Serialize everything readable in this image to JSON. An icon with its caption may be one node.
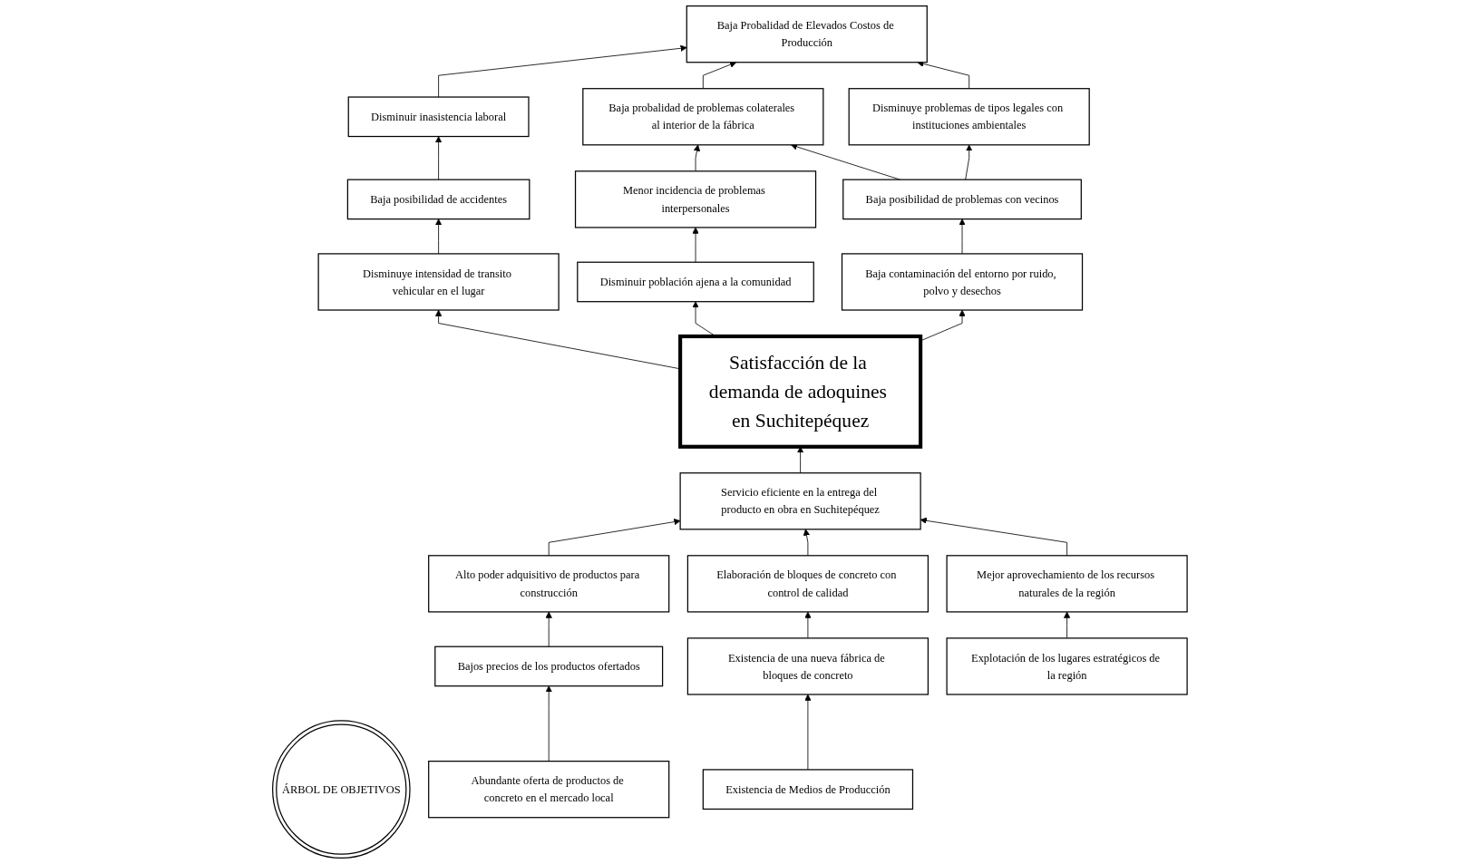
{
  "diagram": {
    "nodes": [
      {
        "text": [
          "ÁRBOL DE OBJETIVOS"
        ]
      },
      {
        "text": [
          "Baja Probalidad de Elevados Costos de Producción"
        ]
      },
      {
        "text": [
          "Disminuir inasistencia laboral"
        ]
      },
      {
        "text": [
          "Baja probalidad de problemas colaterales al interior de la fábrica"
        ]
      },
      {
        "text": [
          "Disminuye problemas de tipos legales con instituciones ambientales"
        ]
      },
      {
        "text": [
          "Baja posibilidad de accidentes"
        ]
      },
      {
        "text": [
          "Menor incidencia de problemas interpersonales"
        ]
      },
      {
        "text": [
          "Baja posibilidad de problemas con vecinos"
        ]
      },
      {
        "text": [
          "Disminuye intensidad de transito vehicular en el lugar"
        ]
      },
      {
        "text": [
          "Disminuir población ajena a la comunidad"
        ]
      },
      {
        "text": [
          "Baja contaminación del entorno por ruido, polvo y desechos"
        ]
      },
      {
        "text": [
          "Satisfacción de la demanda de adoquines en Suchitepéquez"
        ]
      },
      {
        "text": [
          "Servicio eficiente en la entrega del producto en obra en Suchitepéquez"
        ]
      },
      {
        "text": [
          "Alto poder adquisitivo de productos para construcción"
        ]
      },
      {
        "text": [
          "Elaboración de bloques de concreto con control de calidad"
        ]
      },
      {
        "text": [
          "Mejor aprovechamiento de los recursos naturales de la región"
        ]
      },
      {
        "text": [
          "Bajos precios de los productos ofertados"
        ]
      },
      {
        "text": [
          "Existencia de una nueva fábrica de bloques de concreto"
        ]
      },
      {
        "text": [
          "Explotación de los lugares estratégicos de la región"
        ]
      },
      {
        "text": [
          "Abundante oferta de productos de concreto en el mercado local"
        ]
      },
      {
        "text": [
          "Existencia de Medios de Producción"
        ]
      }
    ],
    "edges": [
      {
        "from": 2,
        "to": 1,
        "arrow": "to"
      },
      {
        "from": 3,
        "to": 1,
        "arrow": "to"
      },
      {
        "from": 4,
        "to": 1,
        "arrow": "to"
      },
      {
        "from": 5,
        "to": 2,
        "arrow": "to"
      },
      {
        "from": 6,
        "to": 3,
        "arrow": "to"
      },
      {
        "from": 7,
        "to": 3,
        "arrow": "to"
      },
      {
        "from": 7,
        "to": 4,
        "arrow": "to"
      },
      {
        "from": 8,
        "to": 5,
        "arrow": "to"
      },
      {
        "from": 9,
        "to": 6,
        "arrow": "to"
      },
      {
        "from": 10,
        "to": 7,
        "arrow": "to"
      },
      {
        "from": 11,
        "to": 8,
        "arrow": "to"
      },
      {
        "from": 11,
        "to": 9,
        "arrow": "to"
      },
      {
        "from": 11,
        "to": 10,
        "arrow": "to"
      },
      {
        "from": 12,
        "to": 11,
        "arrow": "to"
      },
      {
        "from": 13,
        "to": 12,
        "arrow": "to"
      },
      {
        "from": 14,
        "to": 12,
        "arrow": "to"
      },
      {
        "from": 15,
        "to": 12,
        "arrow": "to"
      },
      {
        "from": 16,
        "to": 13,
        "arrow": "to"
      },
      {
        "from": 17,
        "to": 14,
        "arrow": "to"
      },
      {
        "from": 18,
        "to": 15,
        "arrow": "to"
      },
      {
        "from": 19,
        "to": 16,
        "arrow": "to"
      },
      {
        "from": 20,
        "to": 17,
        "arrow": "to"
      }
    ]
  }
}
